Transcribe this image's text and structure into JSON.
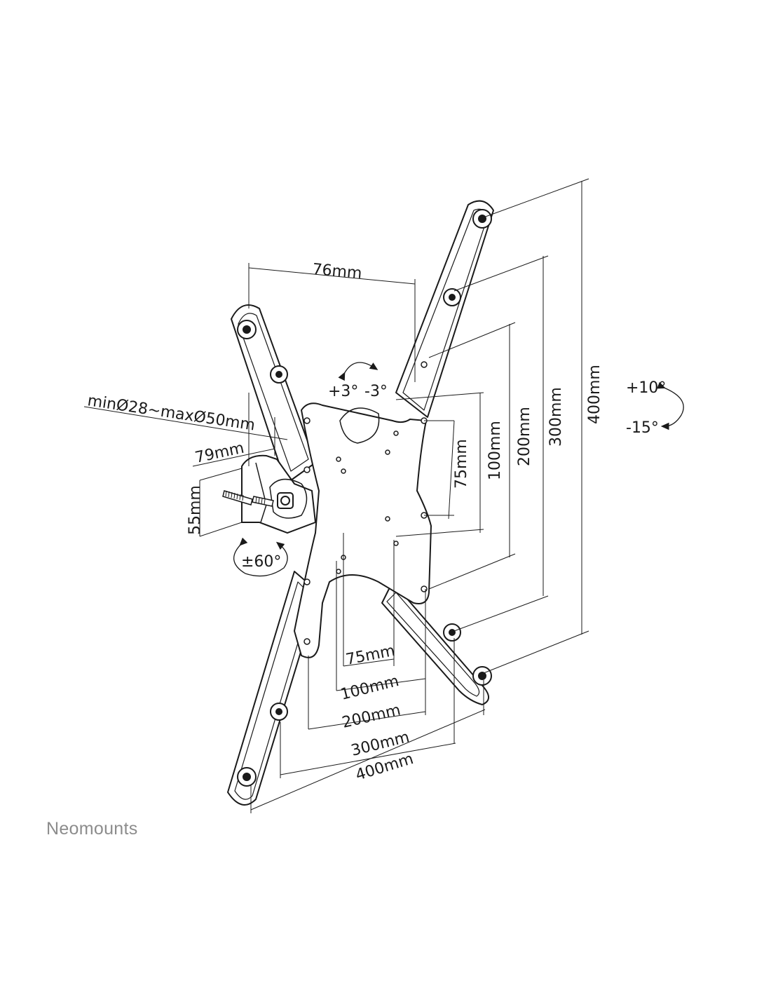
{
  "brand": {
    "name": "Neomounts"
  },
  "labels": {
    "top_width": "76mm",
    "tilt_plus_small": "+3°",
    "tilt_minus_small": "-3°",
    "pole_diameter": "minØ28~maxØ50mm",
    "clamp_depth": "79mm",
    "clamp_height": "55mm",
    "swivel": "±60°",
    "tilt_up": "+10°",
    "tilt_down": "-15°",
    "vesa_h": [
      "75mm",
      "100mm",
      "200mm",
      "300mm",
      "400mm"
    ],
    "vesa_v": [
      "75mm",
      "100mm",
      "200mm",
      "300mm",
      "400mm"
    ]
  },
  "colors": {
    "line": "#1a1a1a",
    "brand": "#8c8c8c"
  }
}
